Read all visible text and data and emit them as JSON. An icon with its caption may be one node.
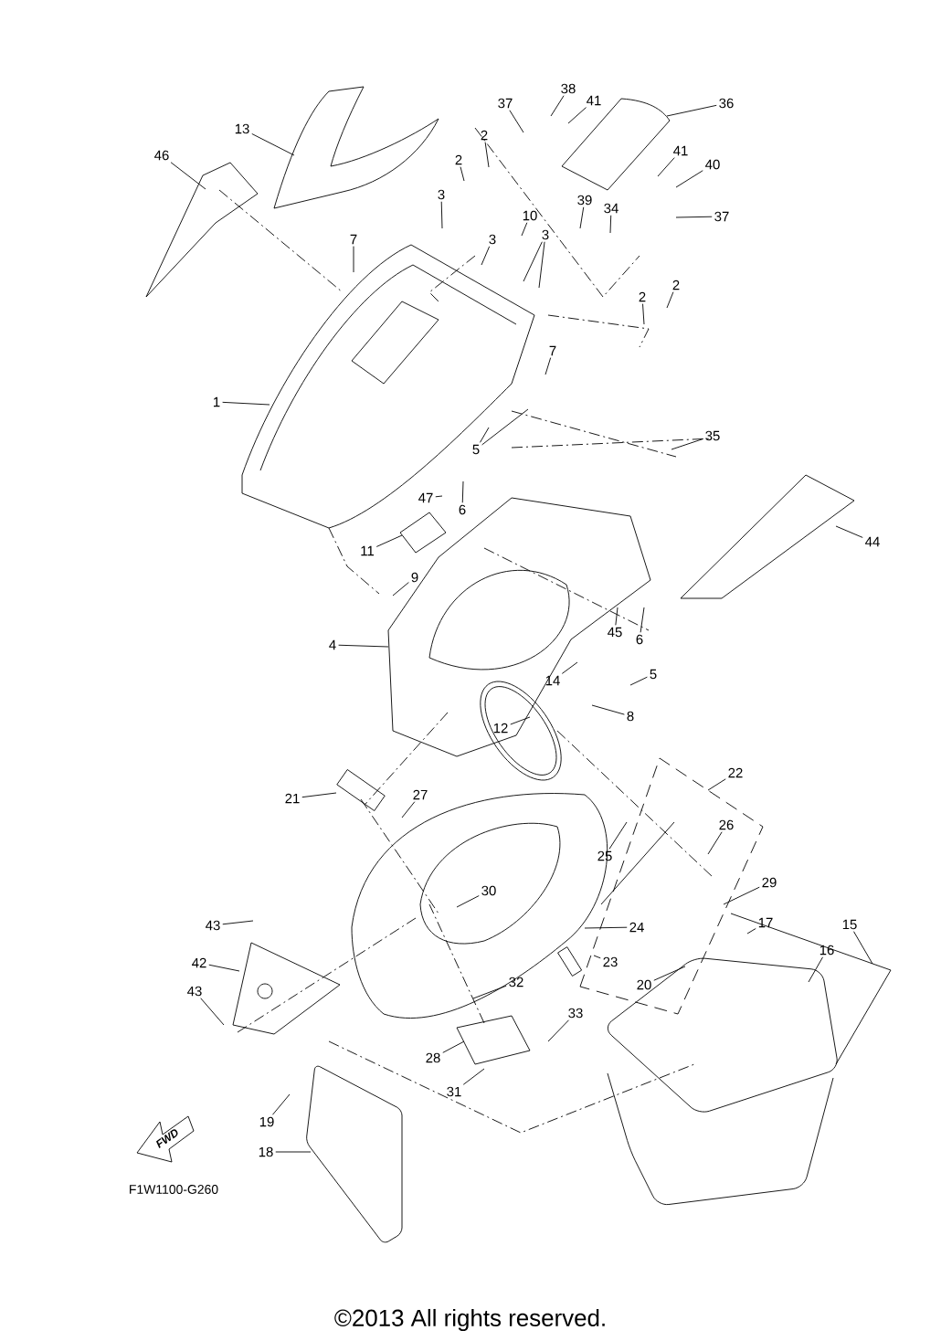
{
  "diagram": {
    "nodes": [
      {
        "text": [
          "38"
        ]
      },
      {
        "text": [
          "41"
        ]
      },
      {
        "text": [
          "37"
        ]
      },
      {
        "text": [
          "36"
        ]
      },
      {
        "text": [
          "2"
        ]
      },
      {
        "text": [
          "13"
        ]
      },
      {
        "text": [
          "2"
        ]
      },
      {
        "text": [
          "41"
        ]
      },
      {
        "text": [
          "40"
        ]
      },
      {
        "text": [
          "46"
        ]
      },
      {
        "text": [
          "3"
        ]
      },
      {
        "text": [
          "39"
        ]
      },
      {
        "text": [
          "34"
        ]
      },
      {
        "text": [
          "10"
        ]
      },
      {
        "text": [
          "37"
        ]
      },
      {
        "text": [
          "7"
        ]
      },
      {
        "text": [
          "3"
        ]
      },
      {
        "text": [
          "3"
        ]
      },
      {
        "text": [
          "2"
        ]
      },
      {
        "text": [
          "2"
        ]
      },
      {
        "text": [
          "7"
        ]
      },
      {
        "text": [
          "1"
        ]
      },
      {
        "text": [
          "35"
        ]
      },
      {
        "text": [
          "5"
        ]
      },
      {
        "text": [
          "47"
        ]
      },
      {
        "text": [
          "6"
        ]
      },
      {
        "text": [
          "11"
        ]
      },
      {
        "text": [
          "44"
        ]
      },
      {
        "text": [
          "9"
        ]
      },
      {
        "text": [
          "45"
        ]
      },
      {
        "text": [
          "6"
        ]
      },
      {
        "text": [
          "4"
        ]
      },
      {
        "text": [
          "14"
        ]
      },
      {
        "text": [
          "5"
        ]
      },
      {
        "text": [
          "12"
        ]
      },
      {
        "text": [
          "8"
        ]
      },
      {
        "text": [
          "22"
        ]
      },
      {
        "text": [
          "21"
        ]
      },
      {
        "text": [
          "27"
        ]
      },
      {
        "text": [
          "26"
        ]
      },
      {
        "text": [
          "25"
        ]
      },
      {
        "text": [
          "29"
        ]
      },
      {
        "text": [
          "30"
        ]
      },
      {
        "text": [
          "17"
        ]
      },
      {
        "text": [
          "15"
        ]
      },
      {
        "text": [
          "43"
        ]
      },
      {
        "text": [
          "24"
        ]
      },
      {
        "text": [
          "16"
        ]
      },
      {
        "text": [
          "42"
        ]
      },
      {
        "text": [
          "23"
        ]
      },
      {
        "text": [
          "20"
        ]
      },
      {
        "text": [
          "32"
        ]
      },
      {
        "text": [
          "43"
        ]
      },
      {
        "text": [
          "33"
        ]
      },
      {
        "text": [
          "28"
        ]
      },
      {
        "text": [
          "31"
        ]
      },
      {
        "text": [
          "19"
        ]
      },
      {
        "text": [
          "18"
        ]
      }
    ],
    "edges": [
      {
        "from": 0,
        "to": null,
        "arrow": "none"
      },
      {
        "from": 1,
        "to": null,
        "arrow": "none"
      },
      {
        "from": 2,
        "to": null,
        "arrow": "none"
      },
      {
        "from": 3,
        "to": null,
        "arrow": "none"
      },
      {
        "from": 4,
        "to": null,
        "arrow": "none"
      },
      {
        "from": 5,
        "to": null,
        "arrow": "none"
      },
      {
        "from": 6,
        "to": null,
        "arrow": "none"
      },
      {
        "from": 7,
        "to": null,
        "arrow": "none"
      },
      {
        "from": 8,
        "to": null,
        "arrow": "none"
      },
      {
        "from": 9,
        "to": null,
        "arrow": "none"
      },
      {
        "from": 10,
        "to": null,
        "arrow": "none"
      },
      {
        "from": 11,
        "to": null,
        "arrow": "none"
      },
      {
        "from": 12,
        "to": null,
        "arrow": "none"
      },
      {
        "from": 13,
        "to": null,
        "arrow": "none"
      },
      {
        "from": 14,
        "to": null,
        "arrow": "none"
      },
      {
        "from": 15,
        "to": null,
        "arrow": "none"
      },
      {
        "from": 16,
        "to": null,
        "arrow": "none"
      },
      {
        "from": 17,
        "to": null,
        "arrow": "none"
      },
      {
        "from": 17,
        "to": null,
        "arrow": "none"
      },
      {
        "from": 18,
        "to": null,
        "arrow": "none"
      },
      {
        "from": 19,
        "to": null,
        "arrow": "none"
      },
      {
        "from": 20,
        "to": null,
        "arrow": "none"
      },
      {
        "from": 21,
        "to": null,
        "arrow": "none"
      },
      {
        "from": 22,
        "to": null,
        "arrow": "none"
      },
      {
        "from": 23,
        "to": null,
        "arrow": "none"
      },
      {
        "from": 23,
        "to": null,
        "arrow": "none"
      },
      {
        "from": 24,
        "to": null,
        "arrow": "none"
      },
      {
        "from": 25,
        "to": null,
        "arrow": "none"
      },
      {
        "from": 26,
        "to": null,
        "arrow": "none"
      },
      {
        "from": 27,
        "to": null,
        "arrow": "none"
      },
      {
        "from": 28,
        "to": null,
        "arrow": "none"
      },
      {
        "from": 29,
        "to": null,
        "arrow": "none"
      },
      {
        "from": 30,
        "to": null,
        "arrow": "none"
      },
      {
        "from": 31,
        "to": null,
        "arrow": "none"
      },
      {
        "from": 32,
        "to": null,
        "arrow": "none"
      },
      {
        "from": 33,
        "to": null,
        "arrow": "none"
      },
      {
        "from": 34,
        "to": null,
        "arrow": "none"
      },
      {
        "from": 35,
        "to": null,
        "arrow": "none"
      },
      {
        "from": 36,
        "to": null,
        "arrow": "none"
      },
      {
        "from": 37,
        "to": null,
        "arrow": "none"
      },
      {
        "from": 38,
        "to": null,
        "arrow": "none"
      },
      {
        "from": 39,
        "to": null,
        "arrow": "none"
      },
      {
        "from": 40,
        "to": null,
        "arrow": "none"
      },
      {
        "from": 41,
        "to": null,
        "arrow": "none"
      },
      {
        "from": 42,
        "to": null,
        "arrow": "none"
      },
      {
        "from": 43,
        "to": null,
        "arrow": "none"
      },
      {
        "from": 44,
        "to": null,
        "arrow": "none"
      },
      {
        "from": 45,
        "to": null,
        "arrow": "none"
      },
      {
        "from": 46,
        "to": null,
        "arrow": "none"
      },
      {
        "from": 47,
        "to": null,
        "arrow": "none"
      },
      {
        "from": 48,
        "to": null,
        "arrow": "none"
      },
      {
        "from": 49,
        "to": null,
        "arrow": "none"
      },
      {
        "from": 50,
        "to": null,
        "arrow": "none"
      },
      {
        "from": 51,
        "to": null,
        "arrow": "none"
      },
      {
        "from": 52,
        "to": null,
        "arrow": "none"
      },
      {
        "from": 53,
        "to": null,
        "arrow": "none"
      },
      {
        "from": 54,
        "to": null,
        "arrow": "none"
      },
      {
        "from": 55,
        "to": null,
        "arrow": "none"
      },
      {
        "from": 56,
        "to": null,
        "arrow": "none"
      },
      {
        "from": 57,
        "to": null,
        "arrow": "none"
      }
    ],
    "labels": [
      "FWD",
      "F1W1100-G260",
      "©2013 All rights reserved."
    ]
  }
}
